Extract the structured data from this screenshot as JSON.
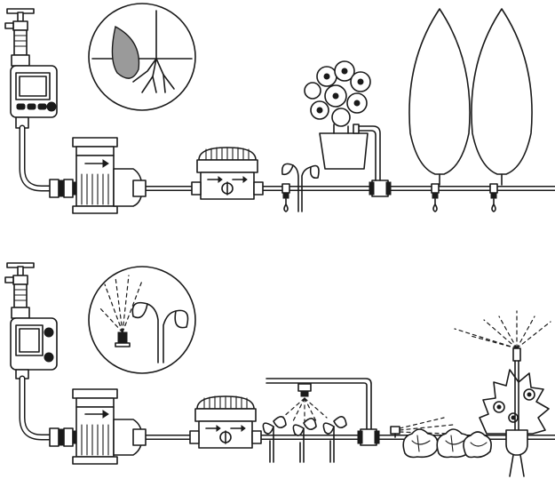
{
  "diagram": {
    "panels": [
      {
        "id": "drip-irrigation-system",
        "inset": "water-drop-roots"
      },
      {
        "id": "sprinkler-irrigation-system",
        "inset": "sprinkler-plant"
      }
    ],
    "colors": {
      "line": "#1a1a1a",
      "background": "#ffffff",
      "drop_fill": "#9a9a9a"
    },
    "icons": [
      "tap-icon",
      "water-timer-icon",
      "filter-icon",
      "pressure-reducer-icon",
      "drip-emitter-icon",
      "micro-sprinkler-icon",
      "spray-nozzle-icon",
      "pop-up-sprinkler-icon",
      "t-connector-icon",
      "flow-arrow-icon"
    ]
  }
}
